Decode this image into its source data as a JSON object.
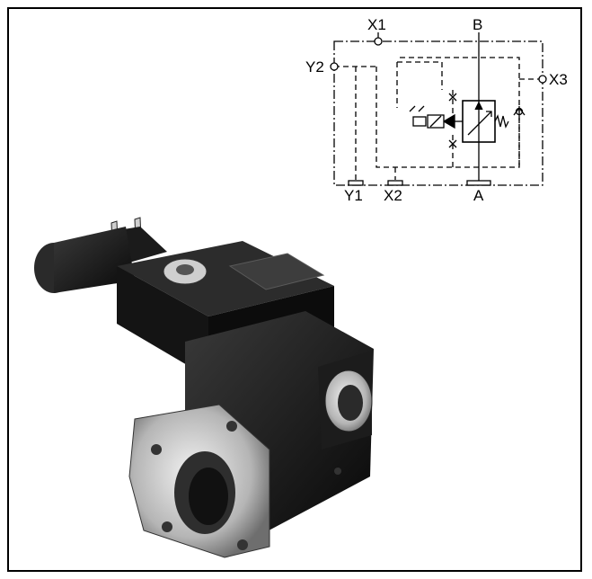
{
  "diagram": {
    "ports": {
      "x1": "X1",
      "b": "B",
      "y2": "Y2",
      "x3": "X3",
      "y1": "Y1",
      "x2": "X2",
      "a": "A"
    }
  },
  "photo": {
    "subject": "valve-product-photo"
  }
}
